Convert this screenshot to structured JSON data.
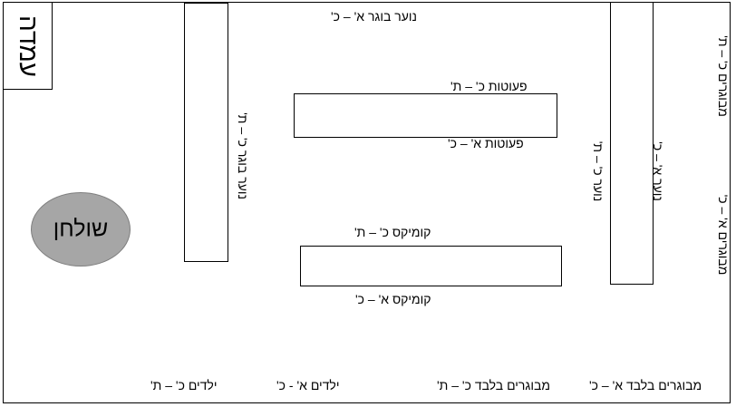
{
  "stand": {
    "label": "עמדה"
  },
  "table": {
    "label": "שולחן"
  },
  "top_label": "נוער בוגר א' – כ'",
  "center_shelves": {
    "comics_upper": {
      "label_top": "פעוטות כ' – ת'",
      "label_bottom": "פעוטות א' – כ'"
    },
    "comics_lower": {
      "label_top": "קומיקס כ' – ת'",
      "label_bottom": "קומיקס א' – כ'"
    }
  },
  "vertical_shelves": {
    "left_shelf_label": "נוער בוגר כ' – ת'",
    "right_shelf_left_label": "נוער כ' – ת'",
    "right_shelf_right_label": "נוער א' – כ'"
  },
  "right_wall": {
    "upper_label": "מבוגרים כ' – ת'",
    "lower_label": "מבוגרים א' – כ'"
  },
  "bottom_labels": {
    "kids_kaf_tav": "ילדים כ' – ת'",
    "kids_alef_kaf": "ילדים א' - כ'",
    "adults_only_kaf_tav": "מבוגרים בלבד כ' – ת'",
    "adults_only_alef_kaf": "מבוגרים בלבד א' – כ'"
  }
}
